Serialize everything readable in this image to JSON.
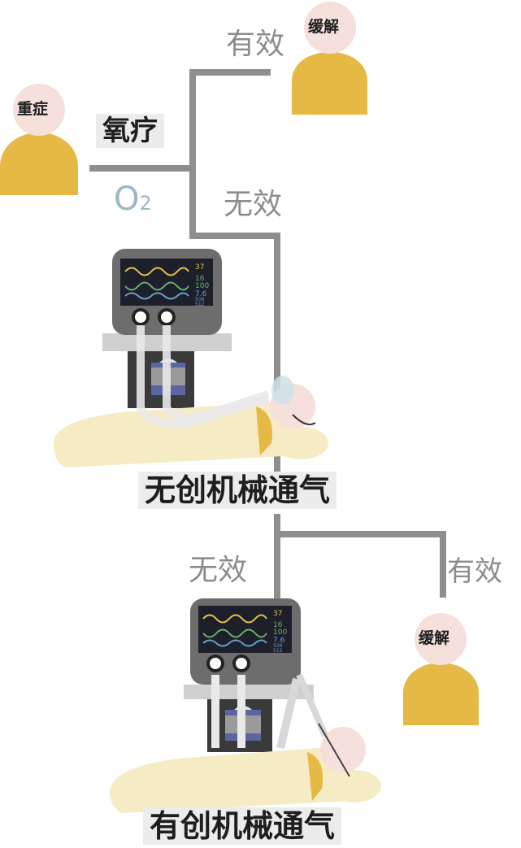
{
  "patient": {
    "label": "重症"
  },
  "oxygen": {
    "label": "氧疗",
    "symbol": "O",
    "subscript": "2"
  },
  "step1": {
    "effective_label": "有效",
    "relief_label": "缓解",
    "ineffective_label": "无效"
  },
  "niv": {
    "label": "无创机械通气"
  },
  "step2": {
    "ineffective_label": "无效",
    "effective_label": "有效",
    "relief_label": "缓解"
  },
  "iv": {
    "label": "有创机械通气"
  },
  "monitor_values": [
    "37",
    "16",
    "100",
    "7.6",
    "506",
    "512"
  ],
  "colors": {
    "line": "#8e8e8e",
    "person_head": "#f6e0db",
    "person_body": "#e5b944",
    "machine": "#6d6d6d",
    "screen": "#1d1f2b",
    "bed": "#f5ecc5",
    "o2": "#9bb8c4"
  }
}
